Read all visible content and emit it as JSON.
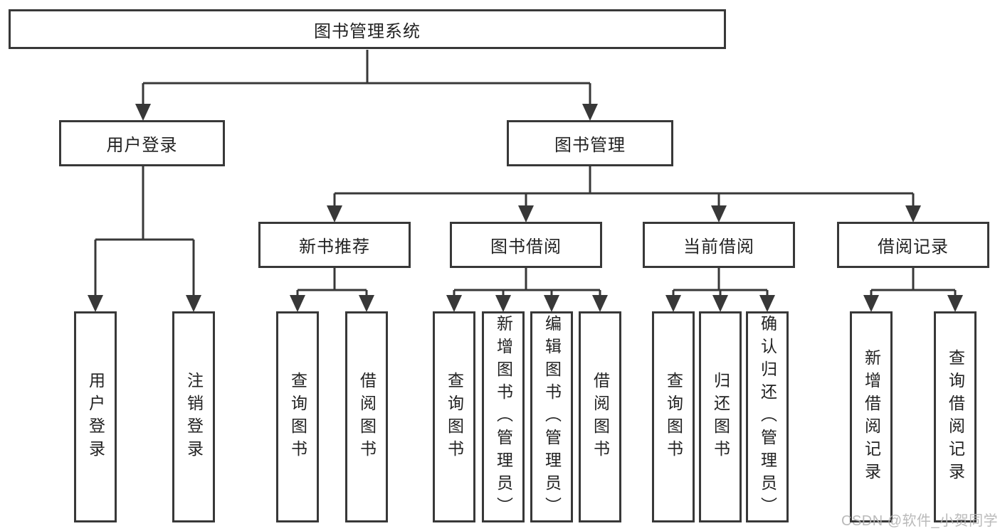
{
  "nodes": {
    "root": {
      "label": "图书管理系统"
    },
    "level2": [
      {
        "label": "用户登录"
      },
      {
        "label": "图书管理"
      }
    ],
    "level3": [
      {
        "label": "新书推荐"
      },
      {
        "label": "图书借阅"
      },
      {
        "label": "当前借阅"
      },
      {
        "label": "借阅记录"
      }
    ],
    "leaves": {
      "user_login": [
        {
          "label": "用户登录"
        },
        {
          "label": "注销登录"
        }
      ],
      "new_book_recommend": [
        {
          "label": "查询图书"
        },
        {
          "label": "借阅图书"
        }
      ],
      "book_borrow": [
        {
          "label": "查询图书"
        },
        {
          "label": "新增图书（管理员）"
        },
        {
          "label": "编辑图书（管理员）"
        },
        {
          "label": "借阅图书"
        }
      ],
      "current_borrow": [
        {
          "label": "查询图书"
        },
        {
          "label": "归还图书"
        },
        {
          "label": "确认归还（管理员）"
        }
      ],
      "borrow_records": [
        {
          "label": "新增借阅记录"
        },
        {
          "label": "查询借阅记录"
        }
      ]
    }
  },
  "watermark": {
    "text": "CSDN @软件_小贺同学"
  },
  "colors": {
    "line": "#383838",
    "box_border": "#383838",
    "background": "#ffffff",
    "text": "#222222",
    "watermark": "#b3b3b3"
  }
}
